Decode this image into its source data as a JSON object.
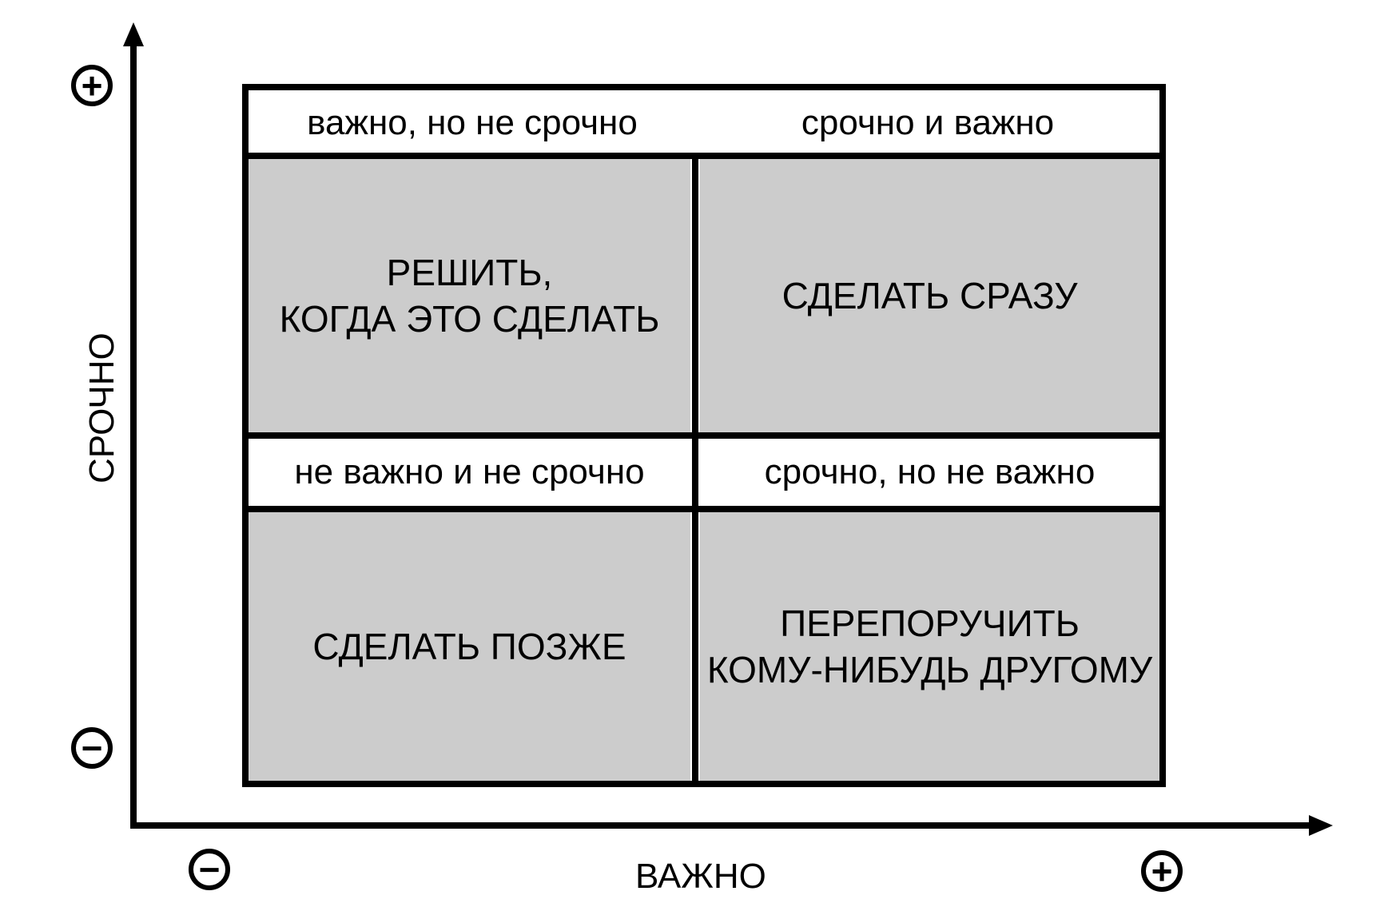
{
  "matrix": {
    "top_left_header": "важно, но не срочно",
    "top_right_header": "срочно и важно",
    "top_left_action": "РЕШИТЬ,\nКОГДА ЭТО СДЕЛАТЬ",
    "top_right_action": "СДЕЛАТЬ СРАЗУ",
    "bottom_left_header": "не важно и не срочно",
    "bottom_right_header": "срочно, но не важно",
    "bottom_left_action": "СДЕЛАТЬ ПОЗЖЕ",
    "bottom_right_action": "ПЕРЕПОРУЧИТЬ\nКОМУ-НИБУДЬ ДРУГОМУ"
  },
  "axes": {
    "y_label": "СРОЧНО",
    "x_label": "ВАЖНО",
    "y_top_sign": "+",
    "y_bottom_sign": "−",
    "x_left_sign": "−",
    "x_right_sign": "+"
  },
  "colors": {
    "cell_fill": "#cccccc",
    "line": "#000000"
  }
}
